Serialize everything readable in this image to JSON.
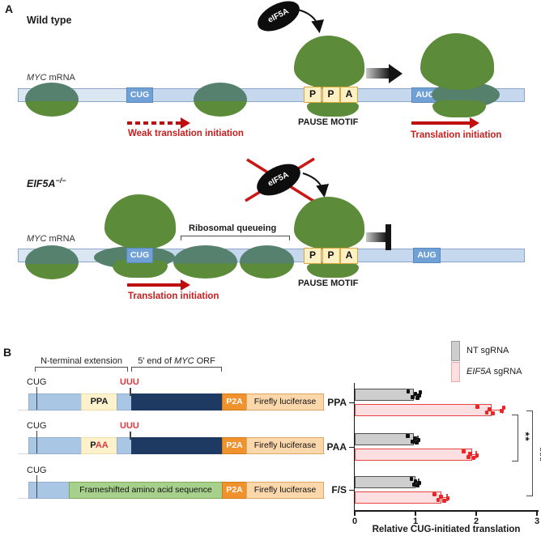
{
  "panelA": {
    "label": "A",
    "wt": {
      "title": "Wild type",
      "mrna_italic": "MYC",
      "mrna_rest": " mRNA",
      "eif5a": "eIF5A",
      "cug": "CUG",
      "aug": "AUG",
      "sites": [
        "P",
        "P",
        "A"
      ],
      "pause_motif": "PAUSE MOTIF",
      "weak_arrow_label": "Weak translation initiation",
      "init_arrow_label": "Translation initiation"
    },
    "ko": {
      "title_italic": "EIF5A",
      "title_sup": "−/−",
      "mrna_italic": "MYC",
      "mrna_rest": " mRNA",
      "eif5a": "eIF5A",
      "cug": "CUG",
      "aug": "AUG",
      "sites": [
        "P",
        "P",
        "A"
      ],
      "pause_motif": "PAUSE MOTIF",
      "queueing_label": "Ribosomal queueing",
      "init_arrow_label": "Translation initiation"
    }
  },
  "panelB": {
    "label": "B",
    "bracket1_label": "N-terminal extension",
    "bracket2_pre": "5′ end of ",
    "bracket2_italic": "MYC",
    "bracket2_post": " ORF",
    "constructs": [
      {
        "start": "CUG",
        "uuu": "UUU",
        "box_black": "PPA",
        "box_red": "",
        "p2a": "P2A",
        "luc": "Firefly luciferase"
      },
      {
        "start": "CUG",
        "uuu": "UUU",
        "box_black": "P",
        "box_red": "AA",
        "p2a": "P2A",
        "luc": "Firefly luciferase"
      },
      {
        "start": "CUG",
        "fs": "Frameshifted amino acid sequence",
        "p2a": "P2A",
        "luc": "Firefly luciferase"
      }
    ]
  },
  "chart_data": {
    "type": "bar",
    "orientation": "horizontal",
    "title": "",
    "xlabel": "Relative CUG-initiated translation",
    "ylabel": "",
    "xlim": [
      0,
      3
    ],
    "xticks": [
      "0",
      "1",
      "2",
      "3"
    ],
    "grid": false,
    "legend_position": "top-right",
    "categories": [
      "PPA",
      "PAA",
      "F/S"
    ],
    "series": [
      {
        "name": "NT sgRNA",
        "name_italic": "",
        "name_rest": "NT sgRNA",
        "fill": "#cecece",
        "stroke": "#4f4f4f",
        "dot_color": "#111111",
        "values": [
          0.97,
          0.97,
          1.0
        ],
        "err_hi": [
          1.06,
          1.04,
          1.05
        ],
        "dots": [
          [
            0.88,
            0.95,
            1.0,
            1.03,
            1.06,
            1.08
          ],
          [
            0.87,
            0.95,
            0.99,
            1.02,
            1.05
          ],
          [
            0.93,
            0.97,
            1.0,
            1.03,
            1.06
          ]
        ]
      },
      {
        "name": "EIF5A sgRNA",
        "name_italic": "EIF5A",
        "name_rest": " sgRNA",
        "fill": "#fbdfe1",
        "stroke": "#e64545",
        "dot_color": "#ea2627",
        "values": [
          2.25,
          1.93,
          1.42
        ],
        "err_hi": [
          2.43,
          2.0,
          1.52
        ],
        "dots": [
          [
            2.02,
            2.17,
            2.22,
            2.27,
            2.42,
            2.45
          ],
          [
            1.79,
            1.87,
            1.9,
            1.96,
            2.01
          ],
          [
            1.31,
            1.37,
            1.42,
            1.47,
            1.53
          ]
        ]
      }
    ],
    "significance": [
      {
        "label": "**",
        "between": [
          "PPA",
          "PAA"
        ]
      },
      {
        "label": "***",
        "between": [
          "PPA",
          "F/S"
        ]
      }
    ]
  }
}
